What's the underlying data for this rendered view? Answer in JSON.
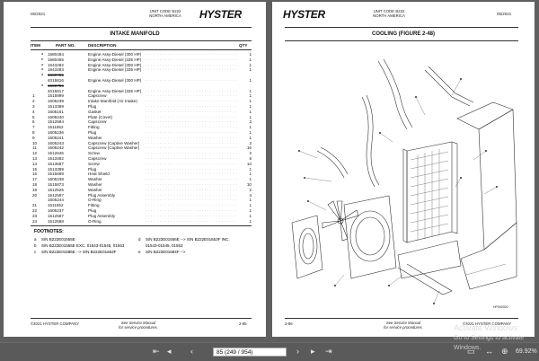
{
  "left_page": {
    "date": "05/2021",
    "unit_lines": [
      "UNIT CODE B222",
      "NORTH AMERICA"
    ],
    "logo": "HYSTER",
    "section_title": "INTAKE MANIFOLD",
    "col_item": "ITEM",
    "col_part": "PART NO.",
    "col_desc": "DESCRIPTION",
    "col_qty": "QTY",
    "rows": [
      {
        "item": "",
        "mark": "a",
        "part": "1580454",
        "desc": "Engine Assy-Diesel (300 HP)",
        "qty": "1",
        "strike": false
      },
      {
        "item": "",
        "mark": "b",
        "part": "1580455",
        "desc": "Engine Assy-Diesel (335 HP)",
        "qty": "1",
        "strike": false
      },
      {
        "item": "",
        "mark": "a",
        "part": "1643282",
        "desc": "Engine Assy-Diesel (300 HP)",
        "qty": "1",
        "strike": false
      },
      {
        "item": "",
        "mark": "a",
        "part": "1643283",
        "desc": "Engine Assy-Diesel (335 HP)",
        "qty": "1",
        "strike": false
      },
      {
        "item": "",
        "mark": "a",
        "part": "1580755",
        "desc": "",
        "qty": "",
        "strike": true
      },
      {
        "item": "",
        "mark": "",
        "part": "4015816",
        "desc": "Engine Assy-Diesel (300 HP)",
        "qty": "1",
        "strike": false
      },
      {
        "item": "",
        "mark": "a",
        "part": "1580756",
        "desc": "",
        "qty": "",
        "strike": true
      },
      {
        "item": "",
        "mark": "",
        "part": "4015817",
        "desc": "Engine Assy-Diesel (335 HP)",
        "qty": "1",
        "strike": false
      },
      {
        "item": "1",
        "mark": "",
        "part": "1515999",
        "desc": "Capscrew",
        "qty": "1",
        "strike": false
      },
      {
        "item": "2",
        "mark": "",
        "part": "1605239",
        "desc": "Intake Manifold (Air Intake)",
        "qty": "1",
        "strike": false
      },
      {
        "item": "3",
        "mark": "",
        "part": "1513389",
        "desc": "Plug",
        "qty": "1",
        "strike": false
      },
      {
        "item": "4",
        "mark": "",
        "part": "1605161",
        "desc": "Gasket",
        "qty": "1",
        "strike": false
      },
      {
        "item": "5",
        "mark": "",
        "part": "1605240",
        "desc": "Plate (Cover)",
        "qty": "1",
        "strike": false
      },
      {
        "item": "6",
        "mark": "",
        "part": "1512584",
        "desc": "Capscrew",
        "qty": "2",
        "strike": false
      },
      {
        "item": "7",
        "mark": "",
        "part": "1511552",
        "desc": "Fitting",
        "qty": "1",
        "strike": false
      },
      {
        "item": "8",
        "mark": "",
        "part": "1605236",
        "desc": "Plug",
        "qty": "1",
        "strike": false
      },
      {
        "item": "9",
        "mark": "",
        "part": "1605241",
        "desc": "Washer",
        "qty": "1",
        "strike": false
      },
      {
        "item": "10",
        "mark": "",
        "part": "1605243",
        "desc": "Capscrew (Captive Washer)",
        "qty": "2",
        "strike": false
      },
      {
        "item": "11",
        "mark": "",
        "part": "1605242",
        "desc": "Capscrew (Captive Washer)",
        "qty": "16",
        "strike": false
      },
      {
        "item": "12",
        "mark": "",
        "part": "1512645",
        "desc": "Screw",
        "qty": "2",
        "strike": false
      },
      {
        "item": "13",
        "mark": "",
        "part": "1513482",
        "desc": "Capscrew",
        "qty": "6",
        "strike": false
      },
      {
        "item": "14",
        "mark": "",
        "part": "1513587",
        "desc": "Screw",
        "qty": "14",
        "strike": false
      },
      {
        "item": "15",
        "mark": "",
        "part": "1513389",
        "desc": "Plug",
        "qty": "1",
        "strike": false
      },
      {
        "item": "16",
        "mark": "",
        "part": "1515669",
        "desc": "Heat Shield",
        "qty": "1",
        "strike": false
      },
      {
        "item": "17",
        "mark": "",
        "part": "1605238",
        "desc": "Washer",
        "qty": "1",
        "strike": false
      },
      {
        "item": "18",
        "mark": "",
        "part": "1515873",
        "desc": "Washer",
        "qty": "10",
        "strike": false
      },
      {
        "item": "19",
        "mark": "",
        "part": "1512525",
        "desc": "Washer",
        "qty": "2",
        "strike": false
      },
      {
        "item": "20",
        "mark": "",
        "part": "1512587",
        "desc": "Plug Assembly",
        "qty": "4",
        "strike": false
      },
      {
        "item": "",
        "mark": "",
        "part": "1605244",
        "desc": "O-Ring",
        "qty": "1",
        "strike": false
      },
      {
        "item": "21",
        "mark": "",
        "part": "1511552",
        "desc": "Fitting",
        "qty": "1",
        "strike": false
      },
      {
        "item": "22",
        "mark": "",
        "part": "1605237",
        "desc": "Plug",
        "qty": "1",
        "strike": false
      },
      {
        "item": "23",
        "mark": "",
        "part": "1512587",
        "desc": "Plug Assembly",
        "qty": "1",
        "strike": false
      },
      {
        "item": "24",
        "mark": "",
        "part": "1512588",
        "desc": "O-Ring",
        "qty": "1",
        "strike": false
      }
    ],
    "footnotes_title": "FOOTNOTES:",
    "footnotes": [
      {
        "mark": "a",
        "text": "S/N B222E01555E",
        "mark2": "d",
        "text2": "S/N B222E01556E --> S/N B222E01653F INC."
      },
      {
        "mark": "b",
        "text": "S/N B222E01555E EXC. 01543-01545, 01553",
        "mark2": "",
        "text2": "01543-01545, 01553"
      },
      {
        "mark": "c",
        "text": "S/N B222E01586E --> S/N B222E01663F",
        "mark2": "e",
        "text2": "S/N B222E01684F -->"
      }
    ],
    "footer_copy": "©2021 HYSTER COMPANY",
    "footer_mid": [
      "See Service Manual",
      "for service procedures."
    ],
    "page_number": "2-85"
  },
  "right_page": {
    "logo": "HYSTER",
    "unit_lines": [
      "UNIT CODE B222",
      "NORTH AMERICA"
    ],
    "date": "05/2021",
    "section_title": "COOLING (FIGURE 2-48)",
    "figure_code": "HP000000",
    "page_number": "2-86",
    "footer_mid": [
      "See Service Manual",
      "for service procedures."
    ],
    "footer_copy": "©2021 HYSTER COMPANY"
  },
  "toolbar": {
    "page_value": "85 (249 / 954)",
    "zoom": "69.92%"
  },
  "watermark": [
    "Activate Windows",
    "Go to Settings to activate Windows."
  ]
}
